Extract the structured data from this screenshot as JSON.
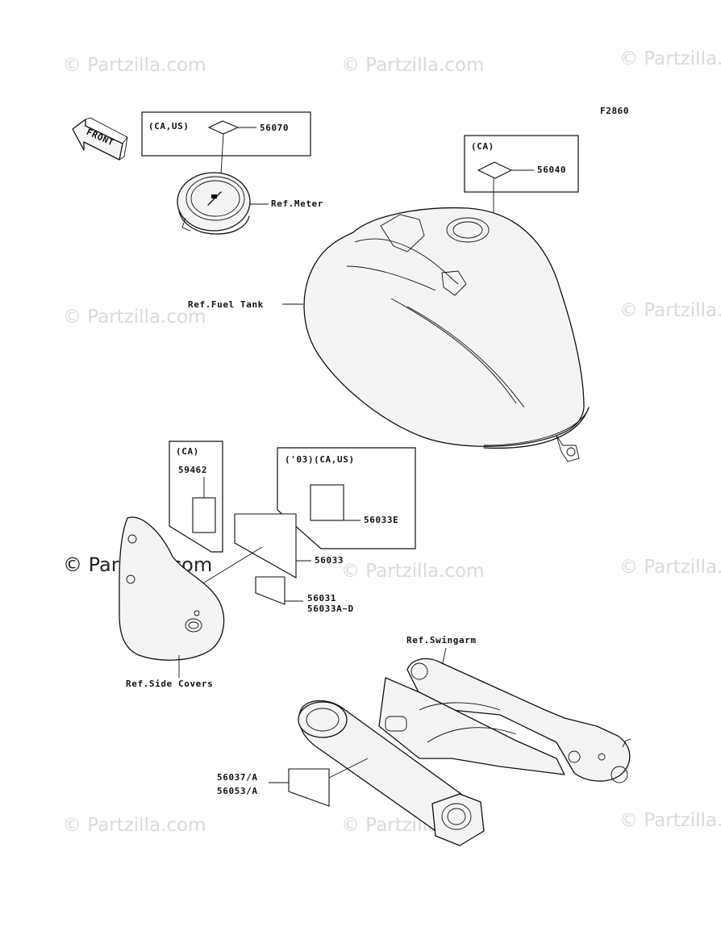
{
  "figure_code": "F2860",
  "watermark": "© Partzilla.com",
  "watermark_main": "© Partzilla.com",
  "front_arrow": {
    "label": "FRONT"
  },
  "references": {
    "meter": "Ref.Meter",
    "fuel_tank": "Ref.Fuel Tank",
    "side_covers": "Ref.Side Covers",
    "swingarm": "Ref.Swingarm"
  },
  "label_boxes": {
    "meter_box": {
      "region": "(CA,US)",
      "part": "56070"
    },
    "tank_box": {
      "region": "(CA)",
      "part": "56040"
    },
    "side_box": {
      "region": "(CA)",
      "part": "59462"
    },
    "year_box": {
      "region": "('03)(CA,US)",
      "part": "56033E"
    }
  },
  "parts": {
    "p56033": "56033",
    "p56031": "56031",
    "p56033a": "56033A~D",
    "p56037": "56037/A",
    "p56053": "56053/A"
  },
  "icons": [
    "front-arrow-icon",
    "meter-icon",
    "fuel-tank-icon",
    "side-cover-icon",
    "swingarm-icon"
  ]
}
